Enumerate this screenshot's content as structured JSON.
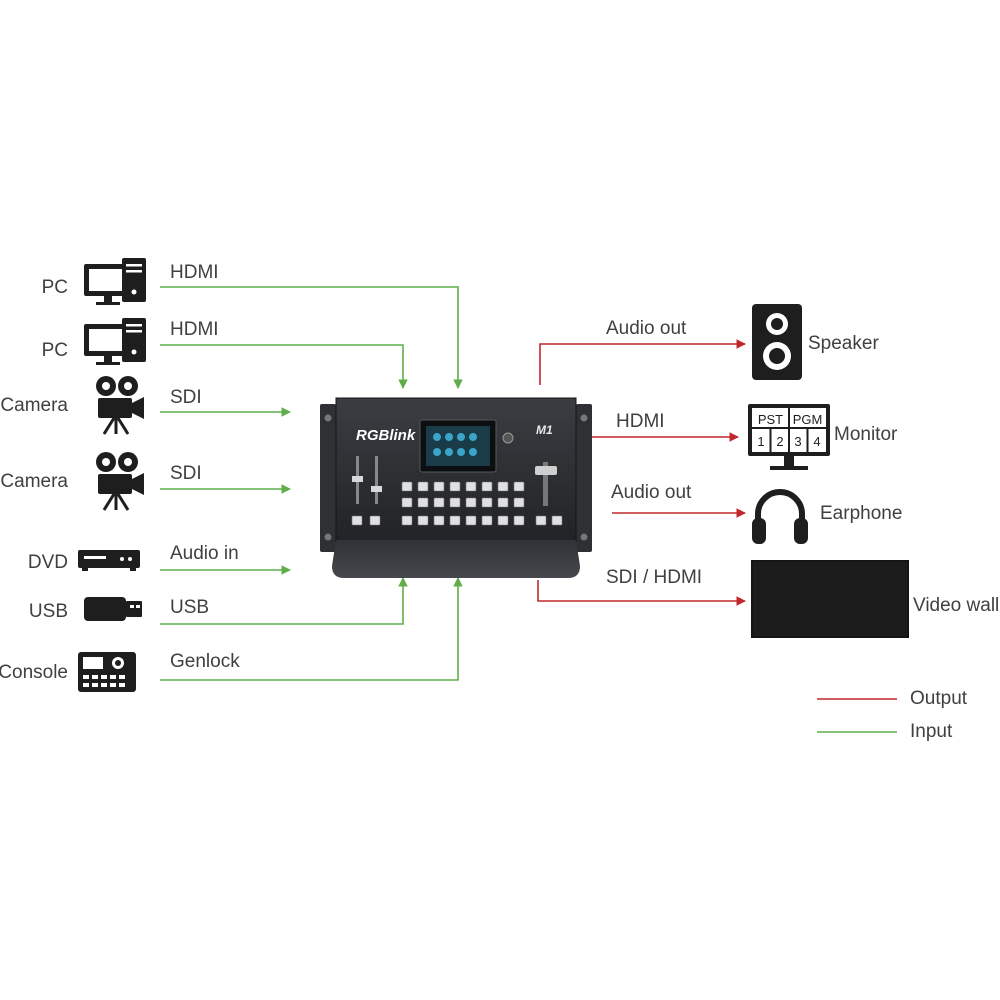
{
  "device": {
    "brand": "RGBlink",
    "model_mark": "M1"
  },
  "inputs": [
    {
      "device": "PC",
      "signal": "HDMI",
      "icon": "pc-icon"
    },
    {
      "device": "PC",
      "signal": "HDMI",
      "icon": "pc-icon"
    },
    {
      "device": "Camera",
      "signal": "SDI",
      "icon": "camera-icon"
    },
    {
      "device": "Camera",
      "signal": "SDI",
      "icon": "camera-icon"
    },
    {
      "device": "DVD",
      "signal": "Audio in",
      "icon": "dvd-player-icon"
    },
    {
      "device": "USB",
      "signal": "USB",
      "icon": "usb-drive-icon"
    },
    {
      "device": "Console",
      "signal": "Genlock",
      "icon": "console-icon"
    }
  ],
  "outputs": [
    {
      "device": "Speaker",
      "signal": "Audio out",
      "icon": "speaker-icon"
    },
    {
      "device": "Monitor",
      "signal": "HDMI",
      "icon": "monitor-icon"
    },
    {
      "device": "Earphone",
      "signal": "Audio out",
      "icon": "headphone-icon"
    },
    {
      "device": "Video wall",
      "signal": "SDI / HDMI",
      "icon": "video-wall-icon"
    }
  ],
  "monitor_screen": {
    "top": [
      "PST",
      "PGM"
    ],
    "bottom": [
      "1",
      "2",
      "3",
      "4"
    ]
  },
  "legend": {
    "output": "Output",
    "input": "Input"
  },
  "colors": {
    "output": "#c0282d",
    "input": "#5fae4a",
    "text": "#404040",
    "icon": "#1e1e1e",
    "device_body": "#2b2d30"
  }
}
